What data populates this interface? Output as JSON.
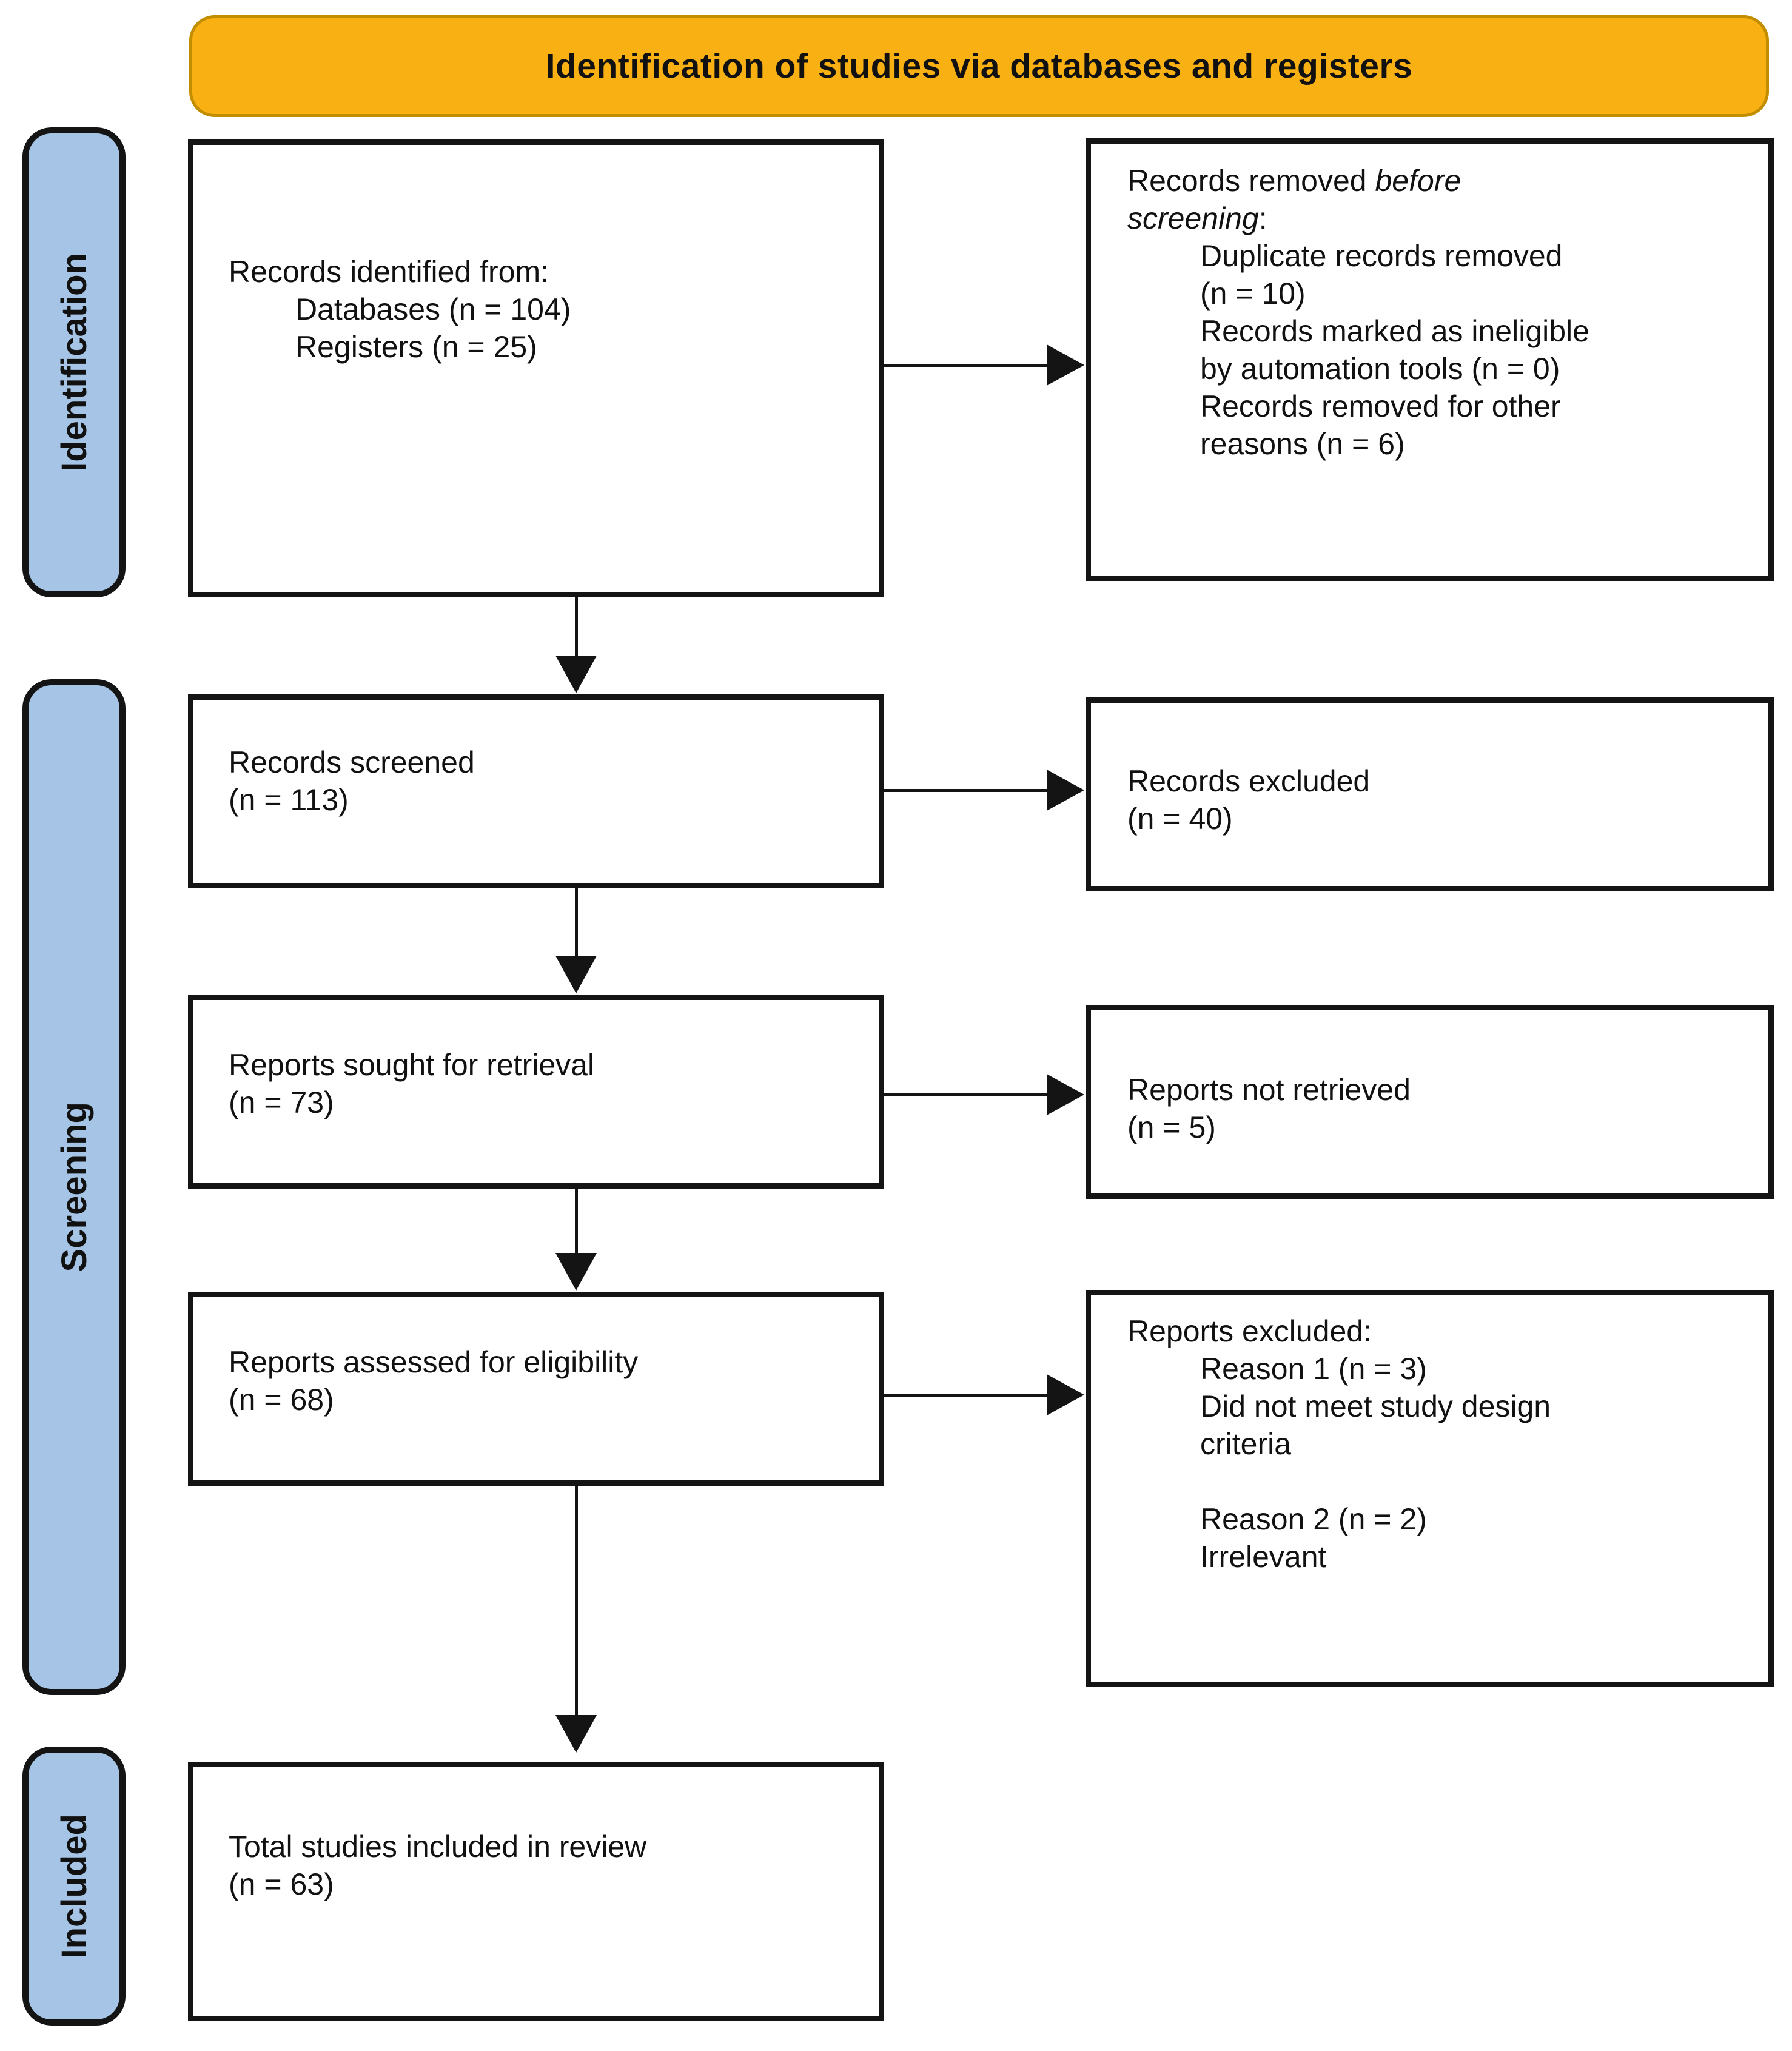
{
  "banner": {
    "title": "Identification of studies via databases and registers"
  },
  "sidebar": {
    "identification": "Identification",
    "screening": "Screening",
    "included": "Included"
  },
  "colors": {
    "banner_bg": "#F8B013",
    "banner_border": "#C28E00",
    "sidebar_bg": "#A6C4E6",
    "box_border": "#141414"
  },
  "boxes": {
    "records_identified": {
      "line1": "Records identified from:",
      "line2": "Databases (n = 104)",
      "line3": "Registers (n = 25)"
    },
    "records_removed": {
      "line1_normal": "Records removed ",
      "line1_italic": "before",
      "line2_italic": "screening",
      "line2_colon": ":",
      "line3": "Duplicate records removed",
      "line4": "(n = 10)",
      "line5": "Records marked as ineligible",
      "line6": "by automation tools (n = 0)",
      "line7": "Records removed for other",
      "line8": "reasons (n = 6)"
    },
    "records_screened": {
      "line1": "Records screened",
      "line2": "(n = 113)"
    },
    "records_excluded": {
      "line1": "Records excluded",
      "line2": "(n = 40)"
    },
    "reports_sought": {
      "line1": "Reports sought for retrieval",
      "line2": "(n = 73)"
    },
    "reports_not_retrieved": {
      "line1": "Reports not retrieved",
      "line2": "(n = 5)"
    },
    "reports_assessed": {
      "line1": "Reports assessed for eligibility",
      "line2": "(n = 68)"
    },
    "reports_excluded": {
      "line1": "Reports excluded:",
      "line2": "Reason 1 (n = 3)",
      "line3": "Did not meet study design",
      "line4": "criteria",
      "line5": "Reason 2 (n = 2)",
      "line6": "Irrelevant"
    },
    "total_included": {
      "line1": "Total studies included in review",
      "line2": "(n = 63)"
    }
  }
}
